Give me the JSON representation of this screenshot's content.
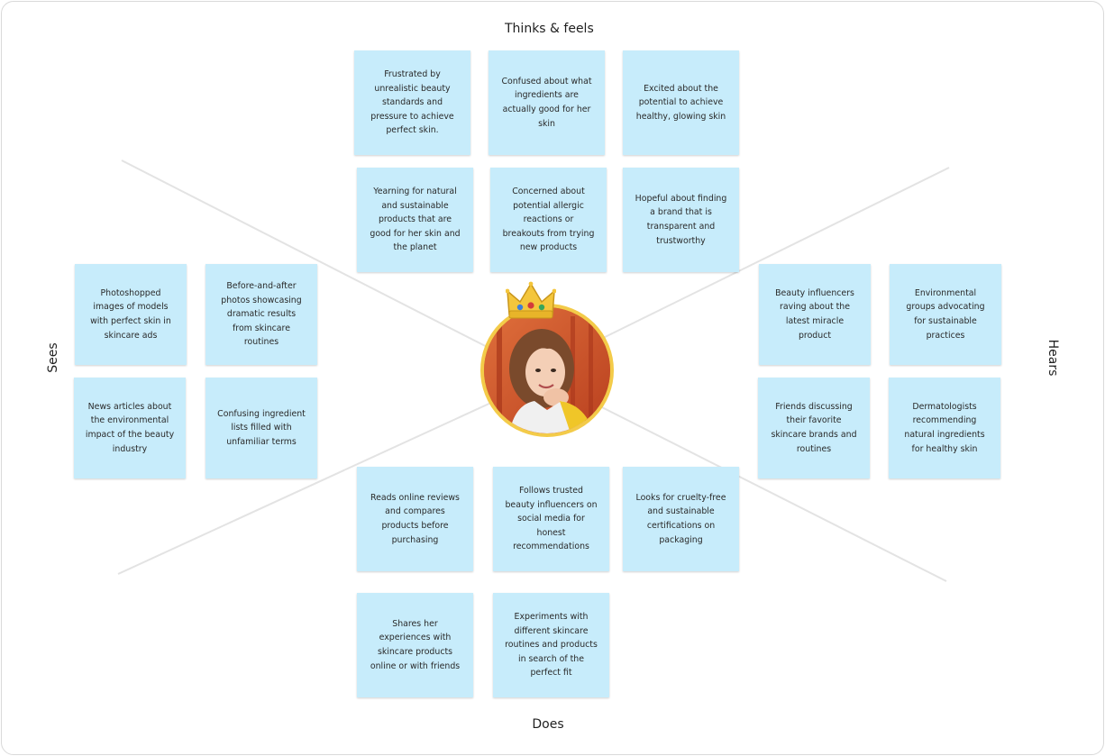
{
  "sections": {
    "thinks_feels": "Thinks & feels",
    "sees": "Sees",
    "hears": "Hears",
    "does": "Does"
  },
  "colors": {
    "sticky_note": "#c7ecfb",
    "divider_line": "#e3e3e3",
    "avatar_ring": "#f3cb49"
  },
  "persona": {
    "avatar_icon": "persona-photo",
    "badge_icon": "crown-emoji"
  },
  "thinks_feels_notes": [
    "Frustrated by unrealistic beauty standards and pressure to achieve perfect skin.",
    "Confused about what ingredients are actually good for her skin",
    "Excited about the potential to achieve healthy, glowing skin",
    "Yearning for natural and sustainable products that are good for her skin and the planet",
    "Concerned about potential allergic reactions or breakouts from trying new products",
    "Hopeful about finding a brand that is transparent and trustworthy"
  ],
  "sees_notes": [
    "Photoshopped images of models with perfect skin in skincare ads",
    "Before-and-after photos showcasing dramatic results from skincare routines",
    "News articles about the environmental impact of the beauty industry",
    "Confusing ingredient lists filled with unfamiliar terms"
  ],
  "hears_notes": [
    "Beauty influencers raving about the latest miracle product",
    "Environmental groups advocating for sustainable practices",
    "Friends discussing their favorite skincare brands and routines",
    "Dermatologists recommending natural ingredients for healthy skin"
  ],
  "does_notes": [
    "Reads online reviews and compares products before purchasing",
    "Follows trusted beauty influencers on social media for honest recommendations",
    "Looks for cruelty-free and sustainable certifications on packaging",
    "Shares her experiences with skincare products online or with friends",
    "Experiments with different skincare routines and products in search of the perfect fit"
  ]
}
